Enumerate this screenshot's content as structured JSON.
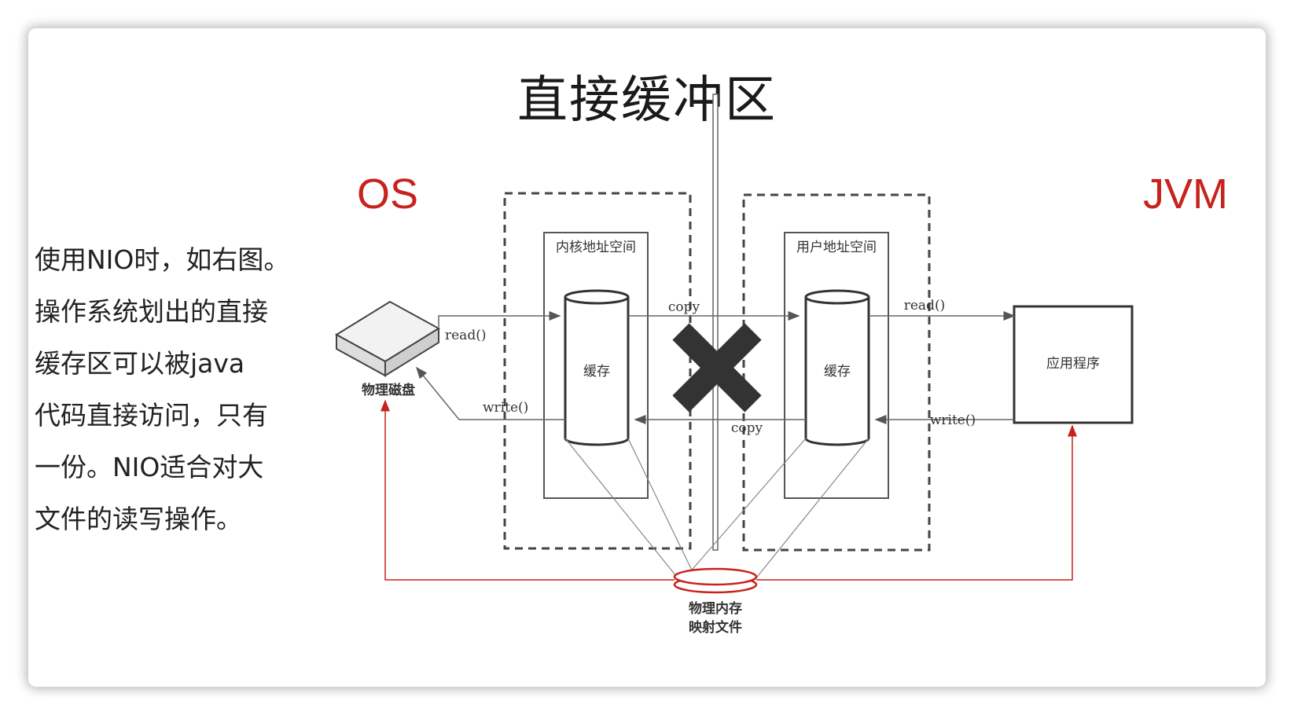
{
  "title": "直接缓冲区",
  "os_label": "OS",
  "jvm_label": "JVM",
  "description": [
    "使用NIO时，如右图。",
    "操作系统划出的直接",
    "缓存区可以被java",
    "代码直接访问，只有",
    "一份。NIO适合对大",
    "文件的读写操作。"
  ],
  "diagram": {
    "kernel_space": "内核地址空间",
    "user_space": "用户地址空间",
    "kernel_buffer": "缓存",
    "user_buffer": "缓存",
    "app": "应用程序",
    "disk": "物理磁盘",
    "mapped_line1": "物理内存",
    "mapped_line2": "映射文件",
    "read_disk": "read()",
    "write_disk": "write()",
    "copy_top": "copy",
    "copy_bottom": "copy",
    "read_app": "read()",
    "write_app": "write()"
  },
  "colors": {
    "accent": "#c8221c",
    "cross": "#333333"
  }
}
